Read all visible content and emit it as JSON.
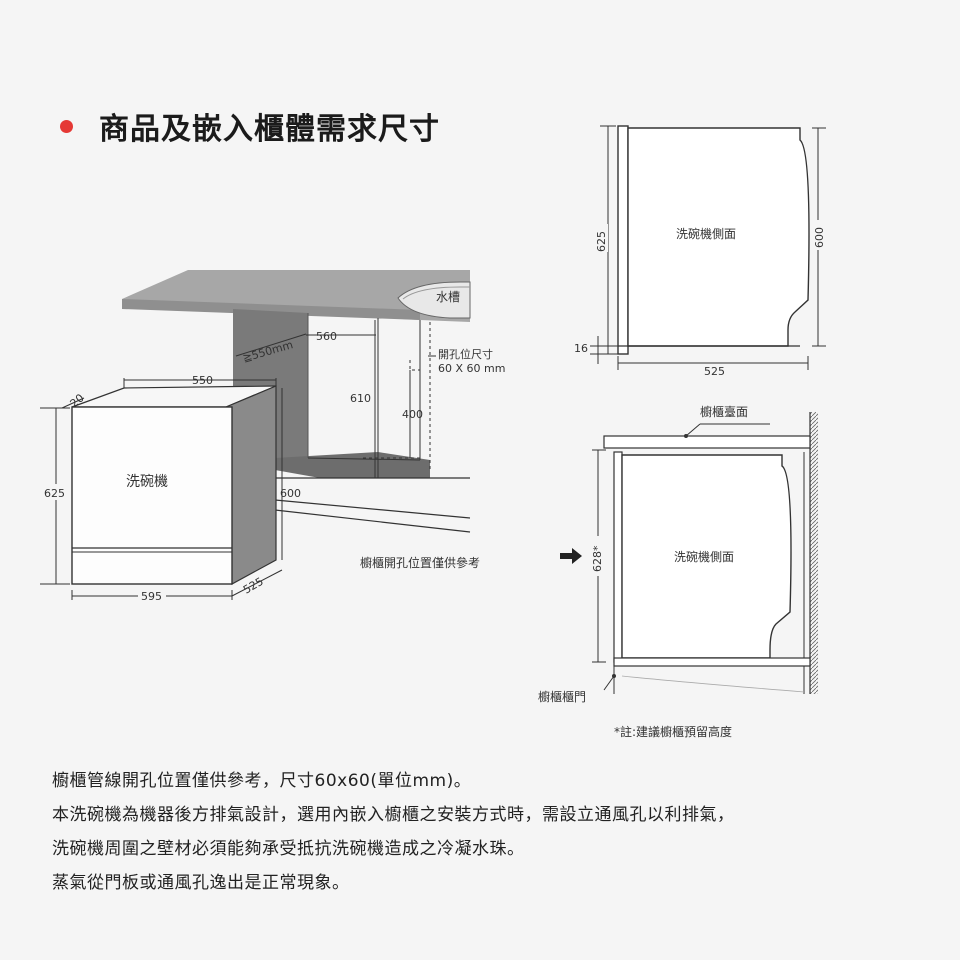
{
  "title": "商品及嵌入櫃體需求尺寸",
  "colors": {
    "accent": "#e53935",
    "line": "#333333",
    "counter": "#a9a9a9",
    "cabinet": "#6f6f6f"
  },
  "left_diagram": {
    "sink_label": "水槽",
    "opening_label_1": "開孔位尺寸",
    "opening_label_2": "60 X 60 mm",
    "dim_550mm": "≧550mm",
    "dim_560": "560",
    "dim_550": "550",
    "dim_610": "610",
    "dim_400": "400",
    "dim_20": "20",
    "dim_625": "625",
    "dim_600": "600",
    "dim_595": "595",
    "dim_525": "525",
    "dishwasher_label": "洗碗機",
    "caption": "櫥櫃開孔位置僅供參考"
  },
  "right_top": {
    "side_label": "洗碗機側面",
    "dim_625": "625",
    "dim_600": "600",
    "dim_16": "16",
    "dim_525": "525"
  },
  "right_bottom": {
    "countertop_label": "櫥櫃臺面",
    "side_label": "洗碗機側面",
    "dim_628": "628*",
    "door_label": "櫥櫃櫃門",
    "note": "*註:建議櫥櫃預留高度"
  },
  "notes": [
    "櫥櫃管線開孔位置僅供參考，尺寸60x60(單位mm)。",
    "本洗碗機為機器後方排氣設計，選用內嵌入櫥櫃之安裝方式時，需設立通風孔以利排氣，",
    "洗碗機周圍之壁材必須能夠承受抵抗洗碗機造成之冷凝水珠。",
    "蒸氣從門板或通風孔逸出是正常現象。"
  ]
}
